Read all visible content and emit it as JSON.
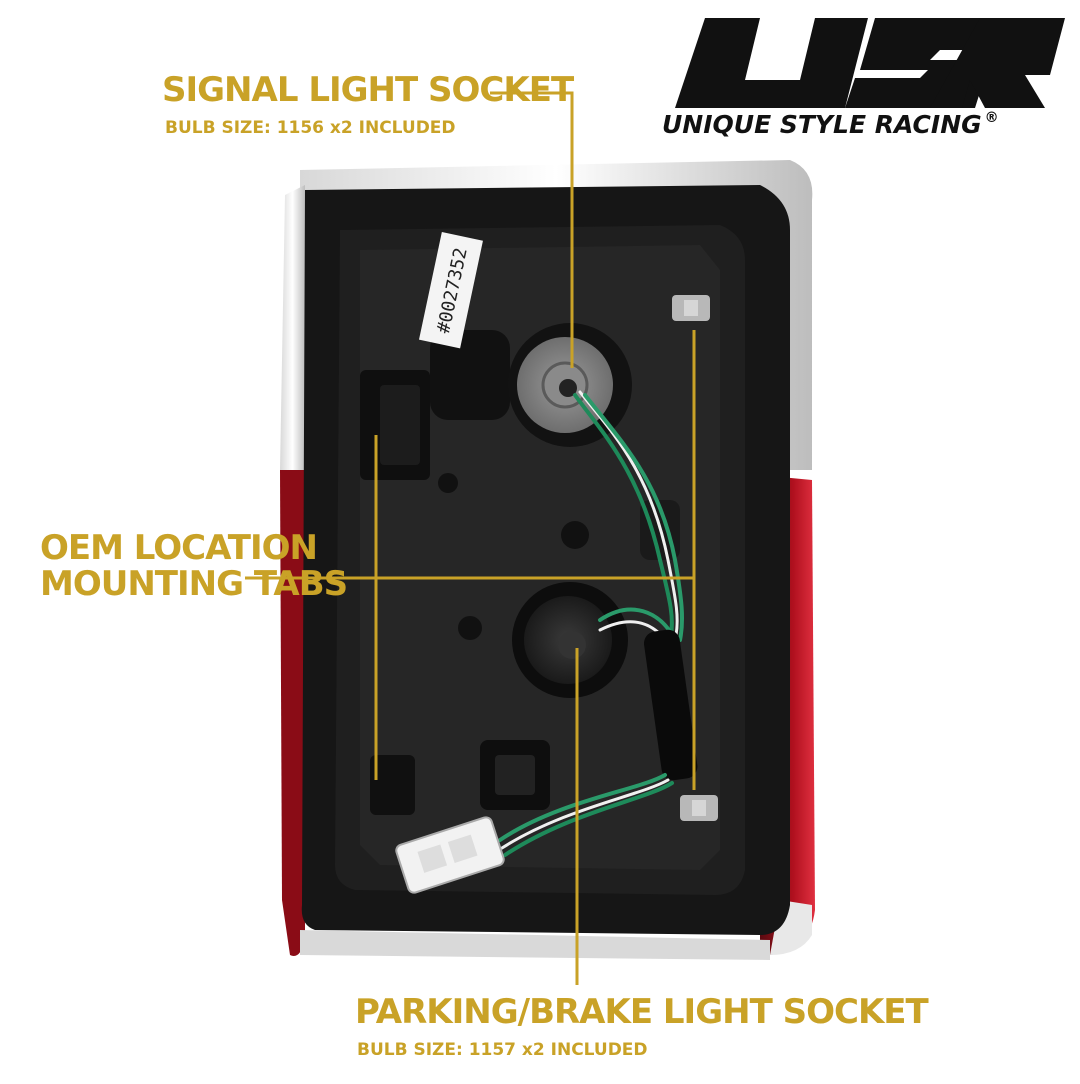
{
  "colors": {
    "gold": "#c9a227",
    "housing": "#151515",
    "logo": "#111111"
  },
  "logo": {
    "letters": "USR",
    "tagline": "UNIQUE STYLE RACING",
    "registered": "®"
  },
  "part_label": "#0027352",
  "callouts": {
    "signal": {
      "title": "SIGNAL LIGHT SOCKET",
      "subtitle": "BULB SIZE: 1156 x2 INCLUDED"
    },
    "mounting": {
      "line1": "OEM LOCATION",
      "line2": "MOUNTING TABS"
    },
    "parking": {
      "title": "PARKING/BRAKE LIGHT SOCKET",
      "subtitle": "BULB SIZE: 1157 x2 INCLUDED"
    }
  },
  "icons": [
    "bulb-socket-icon",
    "wire-harness-icon",
    "connector-plug-icon",
    "mounting-stud-icon"
  ]
}
